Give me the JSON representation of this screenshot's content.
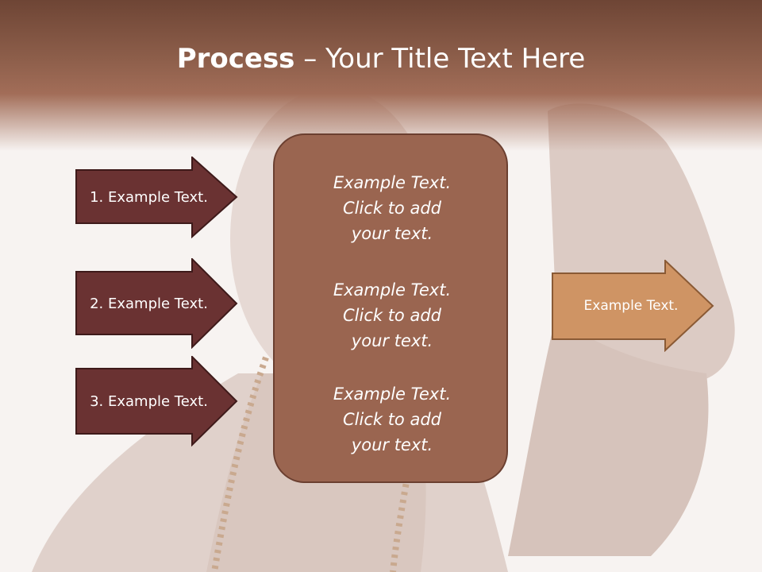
{
  "slide": {
    "title_bold": "Process",
    "title_rest": " – Your Title Text Here"
  },
  "steps": [
    {
      "label": "1. Example Text."
    },
    {
      "label": "2. Example Text."
    },
    {
      "label": "3. Example Text."
    }
  ],
  "center_box": {
    "blocks": [
      {
        "line1": "Example Text.",
        "line2": "Click  to add",
        "line3": "your text."
      },
      {
        "line1": "Example Text.",
        "line2": "Click  to add",
        "line3": "your text."
      },
      {
        "line1": "Example Text.",
        "line2": "Click  to add",
        "line3": "your text."
      }
    ]
  },
  "result_arrow": {
    "label": "Example Text."
  },
  "colors": {
    "header": "#8e5f4b",
    "step_arrow_fill": "#6a3232",
    "center_box_fill": "#9a6550",
    "result_arrow_fill": "#cf9464"
  }
}
